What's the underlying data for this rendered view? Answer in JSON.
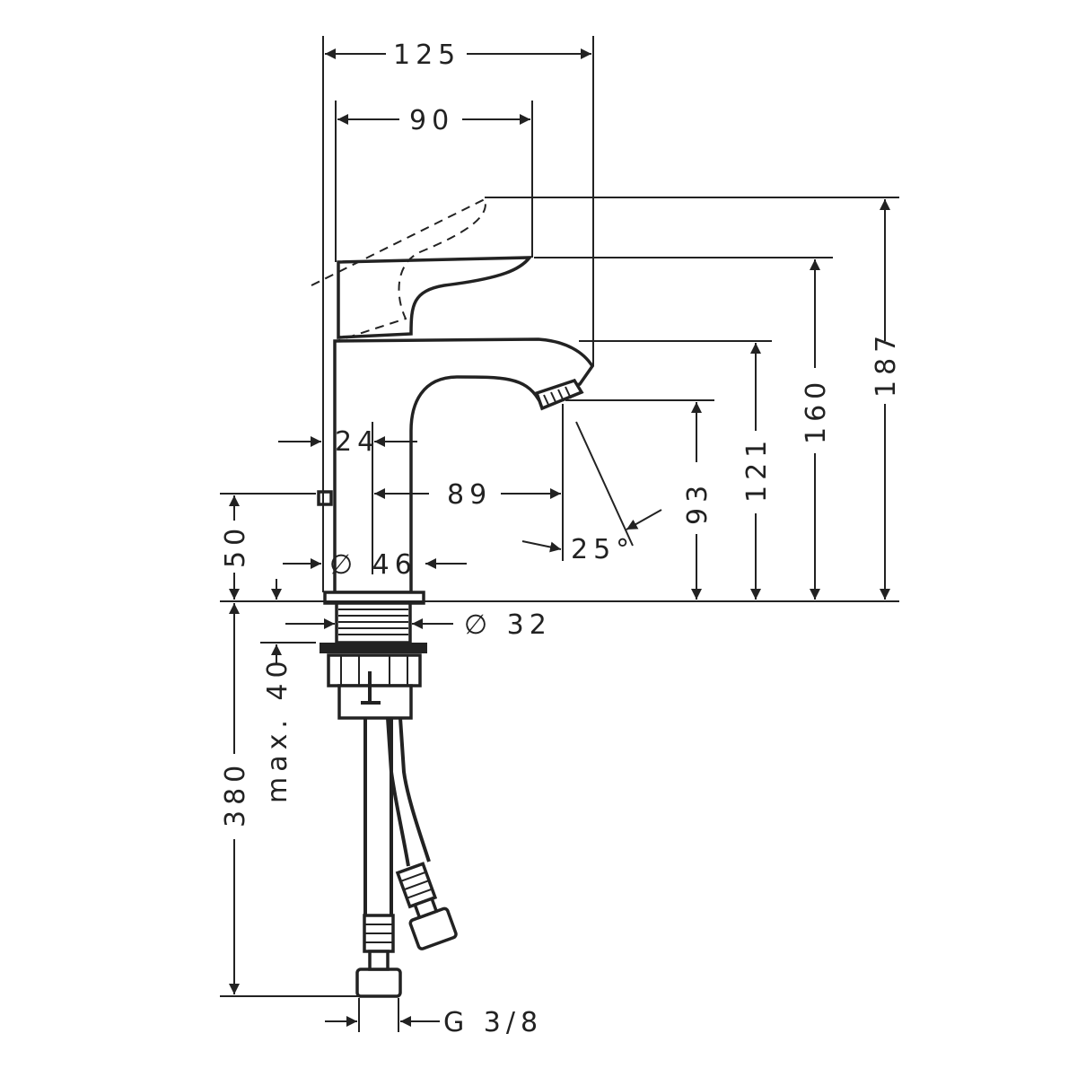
{
  "diagram": {
    "dimensions": {
      "width_125": "125",
      "width_90": "90",
      "height_187": "187",
      "height_160": "160",
      "height_121": "121",
      "height_93": "93",
      "offset_24": "24",
      "reach_89": "89",
      "angle_25": "25°",
      "height_50": "50",
      "diameter_46": "∅ 46",
      "diameter_32": "∅ 32",
      "max_40": "max. 40",
      "hose_380": "380",
      "thread": "G 3/8"
    }
  }
}
